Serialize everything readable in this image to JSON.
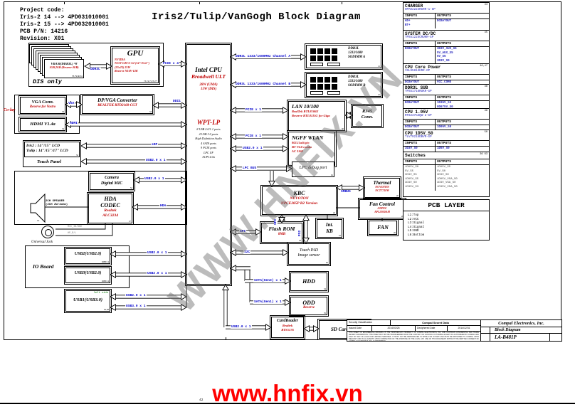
{
  "page": {
    "title": "Iris2/Tulip/VanGogh Block Diagram",
    "project_lines": [
      "Project code:",
      "Iris-2 14 --> 4PD031010001",
      "Iris-2 15 --> 4PD032010001",
      "PCB P/N: 14216",
      "Revision: X01"
    ],
    "page_number": "42",
    "watermark": "WWW.HNFIX.VN",
    "footer_url": "www.hnfix.vn"
  },
  "blocks": {
    "dis_label": "DIS only",
    "vram": {
      "title": "VRAM(DDR3L) *8",
      "sub": "1GB,2GB (Reserve 4GB)",
      "pages": "78,79,80,81"
    },
    "gpu": {
      "title": "GPU",
      "lines": [
        "NVIDIA",
        "N15V-GM-S-A2 (14\"/15.6\")",
        "(23x23) 25W",
        "Reserve N16V-GM"
      ],
      "pages": "73,74,75,76,77"
    },
    "cpu": {
      "title": "Intel CPU",
      "sub": "Broadwell ULT",
      "tdp1": "28W (UMA)",
      "tdp2": "15W (DIS)",
      "pch": "WPT-LP",
      "features": [
        "8 USB 2.0/1.1 ports",
        "4 USB 3.0 ports",
        "High Definition Audio",
        "4 SATA ports",
        "9 PCIE ports",
        "LPC I/F",
        "ACPI 4.0a"
      ]
    },
    "sodimm_a": {
      "lines": [
        "DDR3L",
        "1333/1600",
        "SODIMM A"
      ],
      "page": "11"
    },
    "sodimm_b": {
      "lines": [
        "DDR3L",
        "1333/1600",
        "SODIMM B"
      ],
      "page": "12"
    },
    "lan": {
      "title": "LAN 10/100",
      "lines": [
        "RealTek RTL8106E",
        "Reserve RTL8111G for Giga"
      ],
      "page": "30"
    },
    "rj45": {
      "lines": [
        "RJ45",
        "Conn."
      ]
    },
    "wlan": {
      "title": "NGFF WLAN",
      "lines": [
        "802.11a/b/g/n",
        "BT V4.0 combo",
        "AC 3160"
      ],
      "page": "59"
    },
    "lpc_debug": {
      "title": "LPC debug port",
      "page": "61"
    },
    "kbc": {
      "title": "KBC",
      "lines": [
        "NUVOTON",
        "NPCE285P B2 Version"
      ],
      "page": "24"
    },
    "thermal": {
      "title": "Thermal",
      "lines": [
        "NUVOTON",
        "NCT7718W"
      ],
      "page": "26"
    },
    "fan_control": {
      "title": "Fan Control",
      "lines": [
        "ANPEC",
        "APL5930AM"
      ],
      "page": "26"
    },
    "fan": {
      "title": "FAN",
      "page": "26"
    },
    "int_kb": {
      "lines": [
        "Int.",
        "KB"
      ],
      "page": "61"
    },
    "flash_rom": {
      "title": "Flash ROM",
      "sub": "8MB",
      "page": "24"
    },
    "touch_pad": {
      "lines": [
        "Touch PAD",
        "Image sensor"
      ],
      "page": "62"
    },
    "hdd": {
      "title": "HDD",
      "page": "54"
    },
    "odd": {
      "title": "ODD",
      "sub": "Reserve",
      "page": "55"
    },
    "card_reader": {
      "title": "CardReader",
      "lines": [
        "Realtek",
        "RTS5176"
      ]
    },
    "sd_slot": {
      "title": "SD Card Slot"
    },
    "dp_vga": {
      "title": "DP/VGA Converter",
      "sub": "REALTEK RTD2168-CGT",
      "page": "33"
    },
    "vga_conn": {
      "title": "VGA Conn.",
      "sub": "Reserve for Vostro",
      "page": "33"
    },
    "hdmi": {
      "title": "HDMI V1.4a",
      "page": "34"
    },
    "colay": "Co-lay",
    "lcd": {
      "lines": [
        "Iris2 : 14\"/15\" LCD",
        "Tulip : 14\"/15\"/17\" LCD"
      ],
      "page": "32",
      "touch": "Touch Panel"
    },
    "camera": {
      "lines": [
        "Camera",
        "Digital MIC"
      ],
      "page": "52"
    },
    "hda": {
      "lines": [
        "HDA",
        "CODEC"
      ],
      "red": [
        "Realtek",
        "ALC3234"
      ],
      "page": "27"
    },
    "speaker": {
      "lines": [
        "2CH SPEAKER",
        "(2CH 2W/4ohm)"
      ],
      "page": "19"
    },
    "jack": {
      "label": "Universal Jack",
      "wire1": "MIC_IN/GND",
      "wire2": "HP_R/L"
    },
    "io_board": {
      "label": "IO Board",
      "usb2": "USB2(USB2.0)",
      "usb3": "USB3(USB2.0)",
      "conn": "IOBD 4"
    },
    "usb1": {
      "title": "USB1(USB3.0)",
      "side": "left side",
      "page": "36,38"
    }
  },
  "buses": {
    "ddr3l": "DDR3L",
    "pcie_x4": "PCIE x 4",
    "ch_a": "DDR3L 1333/1600MHz Channel A",
    "ch_b": "DDR3L 1333/1600MHz Channel B",
    "pcie_x1": "PCIE x 1",
    "usb2_x1": "USB2.0 x 1",
    "usb3_x1": "USB3.0 x 1",
    "lpc": "LPC BUS",
    "smbus": "SMBUS",
    "spi": "SPI",
    "ps2": "PS2",
    "i2c": "I2C",
    "sata3": "SATA(Gen3) x 1",
    "sata1": "SATA(Gen1) x 1",
    "edp": "eDP",
    "hda": "HDA",
    "vga": "VGA",
    "hdmi": "HDMI",
    "ddi1": "DDI1"
  },
  "power": {
    "headers": {
      "in": "INPUTS",
      "out": "OUTPUTS"
    },
    "blocks": [
      {
        "name": "CHARGER",
        "part": "HPA02224RGRR-1-GP",
        "page": "44",
        "inputs": [
          "AD+",
          "BT+"
        ],
        "outputs": [
          "DCBATOUT"
        ]
      },
      {
        "name": "SYSTEM DC/DC",
        "part": "TPS51225CRUKR-GP",
        "page": "45",
        "inputs": [
          "DCBATOUT"
        ],
        "outputs": [
          "3D3V_AUX_S5",
          "5V_AUX_S5",
          "5V_S5",
          "3D3V_S0"
        ]
      },
      {
        "name": "CPU Core Power",
        "part": "ISL95813HRZ-GP",
        "page": "46,47",
        "inputs": [
          "DCBATOUT"
        ],
        "outputs": [
          "VCC_CORE"
        ]
      },
      {
        "name": "DDR3L SUB",
        "part": "TPS51716RUKR-GP",
        "page": "48",
        "inputs": [
          "DCBATOUT"
        ],
        "outputs": [
          "1D35V_S3",
          "0D675V_S0"
        ]
      },
      {
        "name": "CPU 1.05V",
        "part": "RT8237CZQW-2-GP",
        "page": "49",
        "inputs": [
          "DCBATOUT"
        ],
        "outputs": [
          "1D05V_S0"
        ]
      },
      {
        "name": "CPU 1D5V_S0",
        "part": "TLV70215DBVR-GP",
        "page": "50",
        "inputs": [
          "3D3V_S0"
        ],
        "outputs": [
          "1D5V_S0"
        ]
      }
    ],
    "switches": {
      "name": "Switches",
      "page": "36 63",
      "inputs": [
        "1D05V_S0",
        "5V_S5",
        "3D3V_S5",
        "1D05V_S5",
        "3D3V_S0",
        "1D35V_S3"
      ],
      "outputs": [
        "1D05V_S5",
        "5V_S0",
        "3D3V_S0",
        "1D05V_VSA_S0",
        "3D3V_VSA_S0",
        "1D35V_VSA_S0"
      ]
    },
    "pcb": {
      "title": "PCB LAYER",
      "layers": [
        "L1:Top",
        "L2:VCC",
        "L3:Signal",
        "L4:Signal",
        "L5:GND",
        "L6:Bottom"
      ]
    }
  },
  "title_block": {
    "security_label": "Security Classification",
    "security_value": "Compal Secret Data",
    "issued_label": "Issued Date",
    "issued_value": "2014/03/26",
    "deciphered_label": "Deciphered Date",
    "deciphered_value": "2014/12/31",
    "legal": "THIS SHEET OF ENGINEERING DRAWING IS THE PROPRIETARY PROPERTY OF COMPAL ELECTRONICS, INC. AND CONTAINS CONFIDENTIAL AND TRADE SECRET INFORMATION. THIS SHEET MAY NOT BE TRANSFERRED FROM THE CUSTODY OR CONTROL OF COMPAL EXCEPT AS AUTHORIZED BY COMPAL AND ONLY BY WAY OF LOAN FOR LIMITED PURPOSES. IT MUST NOT BE REPRODUCED IN WHOLE OR IN PART AND MUST BE RETURNED TO COMPAL UPON REQUEST AND IN ALL EVENTS UPON COMPLETION OF THE PURPOSE OF THE LOAN. ANY USE OF THIS DOCUMENT WITHOUT THE WRITTEN CONSENT OF COMPAL ELECTRONICS, INC. IS PROHIBITED.",
    "company": "Compal Electronics, Inc.",
    "doc_type": "Block Diagram",
    "model": "LA-B481P"
  }
}
